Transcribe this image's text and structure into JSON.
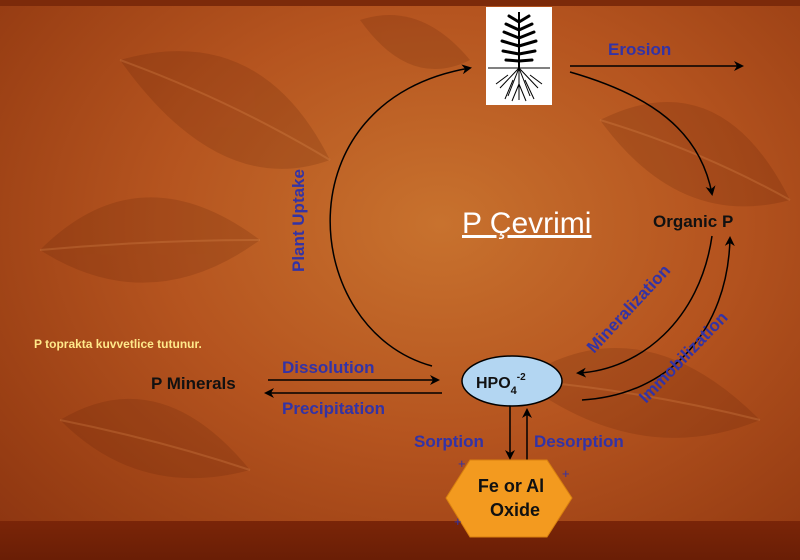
{
  "title": "P Çevrimi",
  "note": "P toprakta kuvvetlice tutunur.",
  "nodes": {
    "organic_p": "Organic P",
    "p_minerals": "P Minerals",
    "hpo4_base": "HPO",
    "hpo4_sub": "4",
    "hpo4_sup": "-2",
    "oxide_line1": "Fe or Al",
    "oxide_line2": "Oxide"
  },
  "processes": {
    "erosion": "Erosion",
    "plant_uptake": "Plant Uptake",
    "mineralization": "Mineralization",
    "immobilization": "Immobilization",
    "dissolution": "Dissolution",
    "precipitation": "Precipitation",
    "sorption": "Sorption",
    "desorption": "Desorption"
  },
  "charges": [
    "+",
    "+",
    "+"
  ],
  "colors": {
    "process_label": "#3333a6",
    "node_label": "#111111",
    "hpo4_fill": "#b3d6f2",
    "oxide_fill": "#f39a1f",
    "note_text": "#ffe98a",
    "background": "#b5541f"
  },
  "icons": [
    "plant-icon"
  ]
}
